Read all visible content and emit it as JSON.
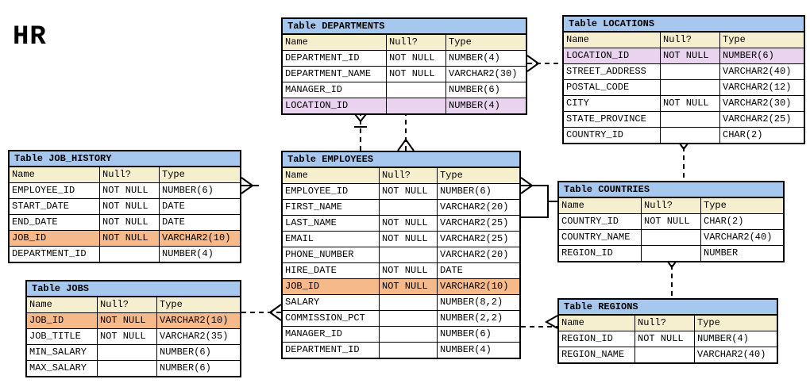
{
  "schema": {
    "title": "HR"
  },
  "headers": {
    "name": "Name",
    "nullable": "Null?",
    "type": "Type"
  },
  "tables": {
    "departments": {
      "title": "Table DEPARTMENTS",
      "rows": [
        {
          "name": "DEPARTMENT_ID",
          "nullable": "NOT NULL",
          "type": "NUMBER(4)"
        },
        {
          "name": "DEPARTMENT_NAME",
          "nullable": "NOT NULL",
          "type": "VARCHAR2(30)"
        },
        {
          "name": "MANAGER_ID",
          "nullable": "",
          "type": "NUMBER(6)"
        },
        {
          "name": "LOCATION_ID",
          "nullable": "",
          "type": "NUMBER(4)",
          "highlight": "pk"
        }
      ]
    },
    "locations": {
      "title": "Table LOCATIONS",
      "rows": [
        {
          "name": "LOCATION_ID",
          "nullable": "NOT NULL",
          "type": "NUMBER(6)",
          "highlight": "pk"
        },
        {
          "name": "STREET_ADDRESS",
          "nullable": "",
          "type": "VARCHAR2(40)"
        },
        {
          "name": "POSTAL_CODE",
          "nullable": "",
          "type": "VARCHAR2(12)"
        },
        {
          "name": "CITY",
          "nullable": "NOT NULL",
          "type": "VARCHAR2(30)"
        },
        {
          "name": "STATE_PROVINCE",
          "nullable": "",
          "type": "VARCHAR2(25)"
        },
        {
          "name": "COUNTRY_ID",
          "nullable": "",
          "type": "CHAR(2)"
        }
      ]
    },
    "job_history": {
      "title": "Table JOB_HISTORY",
      "rows": [
        {
          "name": "EMPLOYEE_ID",
          "nullable": "NOT NULL",
          "type": "NUMBER(6)"
        },
        {
          "name": "START_DATE",
          "nullable": "NOT NULL",
          "type": "DATE"
        },
        {
          "name": "END_DATE",
          "nullable": "NOT NULL",
          "type": "DATE"
        },
        {
          "name": "JOB_ID",
          "nullable": "NOT NULL",
          "type": "VARCHAR2(10)",
          "highlight": "fk"
        },
        {
          "name": "DEPARTMENT_ID",
          "nullable": "",
          "type": "NUMBER(4)"
        }
      ]
    },
    "employees": {
      "title": "Table EMPLOYEES",
      "rows": [
        {
          "name": "EMPLOYEE_ID",
          "nullable": "NOT NULL",
          "type": "NUMBER(6)"
        },
        {
          "name": "FIRST_NAME",
          "nullable": "",
          "type": "VARCHAR2(20)"
        },
        {
          "name": "LAST_NAME",
          "nullable": "NOT NULL",
          "type": "VARCHAR2(25)"
        },
        {
          "name": "EMAIL",
          "nullable": "NOT NULL",
          "type": "VARCHAR2(25)"
        },
        {
          "name": "PHONE_NUMBER",
          "nullable": "",
          "type": "VARCHAR2(20)"
        },
        {
          "name": "HIRE_DATE",
          "nullable": "NOT NULL",
          "type": "DATE"
        },
        {
          "name": "JOB_ID",
          "nullable": "NOT NULL",
          "type": "VARCHAR2(10)",
          "highlight": "fk"
        },
        {
          "name": "SALARY",
          "nullable": "",
          "type": "NUMBER(8,2)"
        },
        {
          "name": "COMMISSION_PCT",
          "nullable": "",
          "type": "NUMBER(2,2)"
        },
        {
          "name": "MANAGER_ID",
          "nullable": "",
          "type": "NUMBER(6)"
        },
        {
          "name": "DEPARTMENT_ID",
          "nullable": "",
          "type": "NUMBER(4)"
        }
      ]
    },
    "countries": {
      "title": "Table COUNTRIES",
      "rows": [
        {
          "name": "COUNTRY_ID",
          "nullable": "NOT NULL",
          "type": "CHAR(2)"
        },
        {
          "name": "COUNTRY_NAME",
          "nullable": "",
          "type": "VARCHAR2(40)"
        },
        {
          "name": "REGION_ID",
          "nullable": "",
          "type": "NUMBER"
        }
      ]
    },
    "jobs": {
      "title": "Table JOBS",
      "rows": [
        {
          "name": "JOB_ID",
          "nullable": "NOT NULL",
          "type": "VARCHAR2(10)",
          "highlight": "fk"
        },
        {
          "name": "JOB_TITLE",
          "nullable": "NOT NULL",
          "type": "VARCHAR2(35)"
        },
        {
          "name": "MIN_SALARY",
          "nullable": "",
          "type": "NUMBER(6)"
        },
        {
          "name": "MAX_SALARY",
          "nullable": "",
          "type": "NUMBER(6)"
        }
      ]
    },
    "regions": {
      "title": "Table REGIONS",
      "rows": [
        {
          "name": "REGION_ID",
          "nullable": "NOT NULL",
          "type": "NUMBER(4)"
        },
        {
          "name": "REGION_NAME",
          "nullable": "",
          "type": "VARCHAR2(40)"
        }
      ]
    }
  },
  "colors": {
    "title_bar": "#a6c8ee",
    "header_row": "#f6efcf",
    "key_highlight": "#e9d3ee",
    "job_highlight": "#f6b98a"
  }
}
